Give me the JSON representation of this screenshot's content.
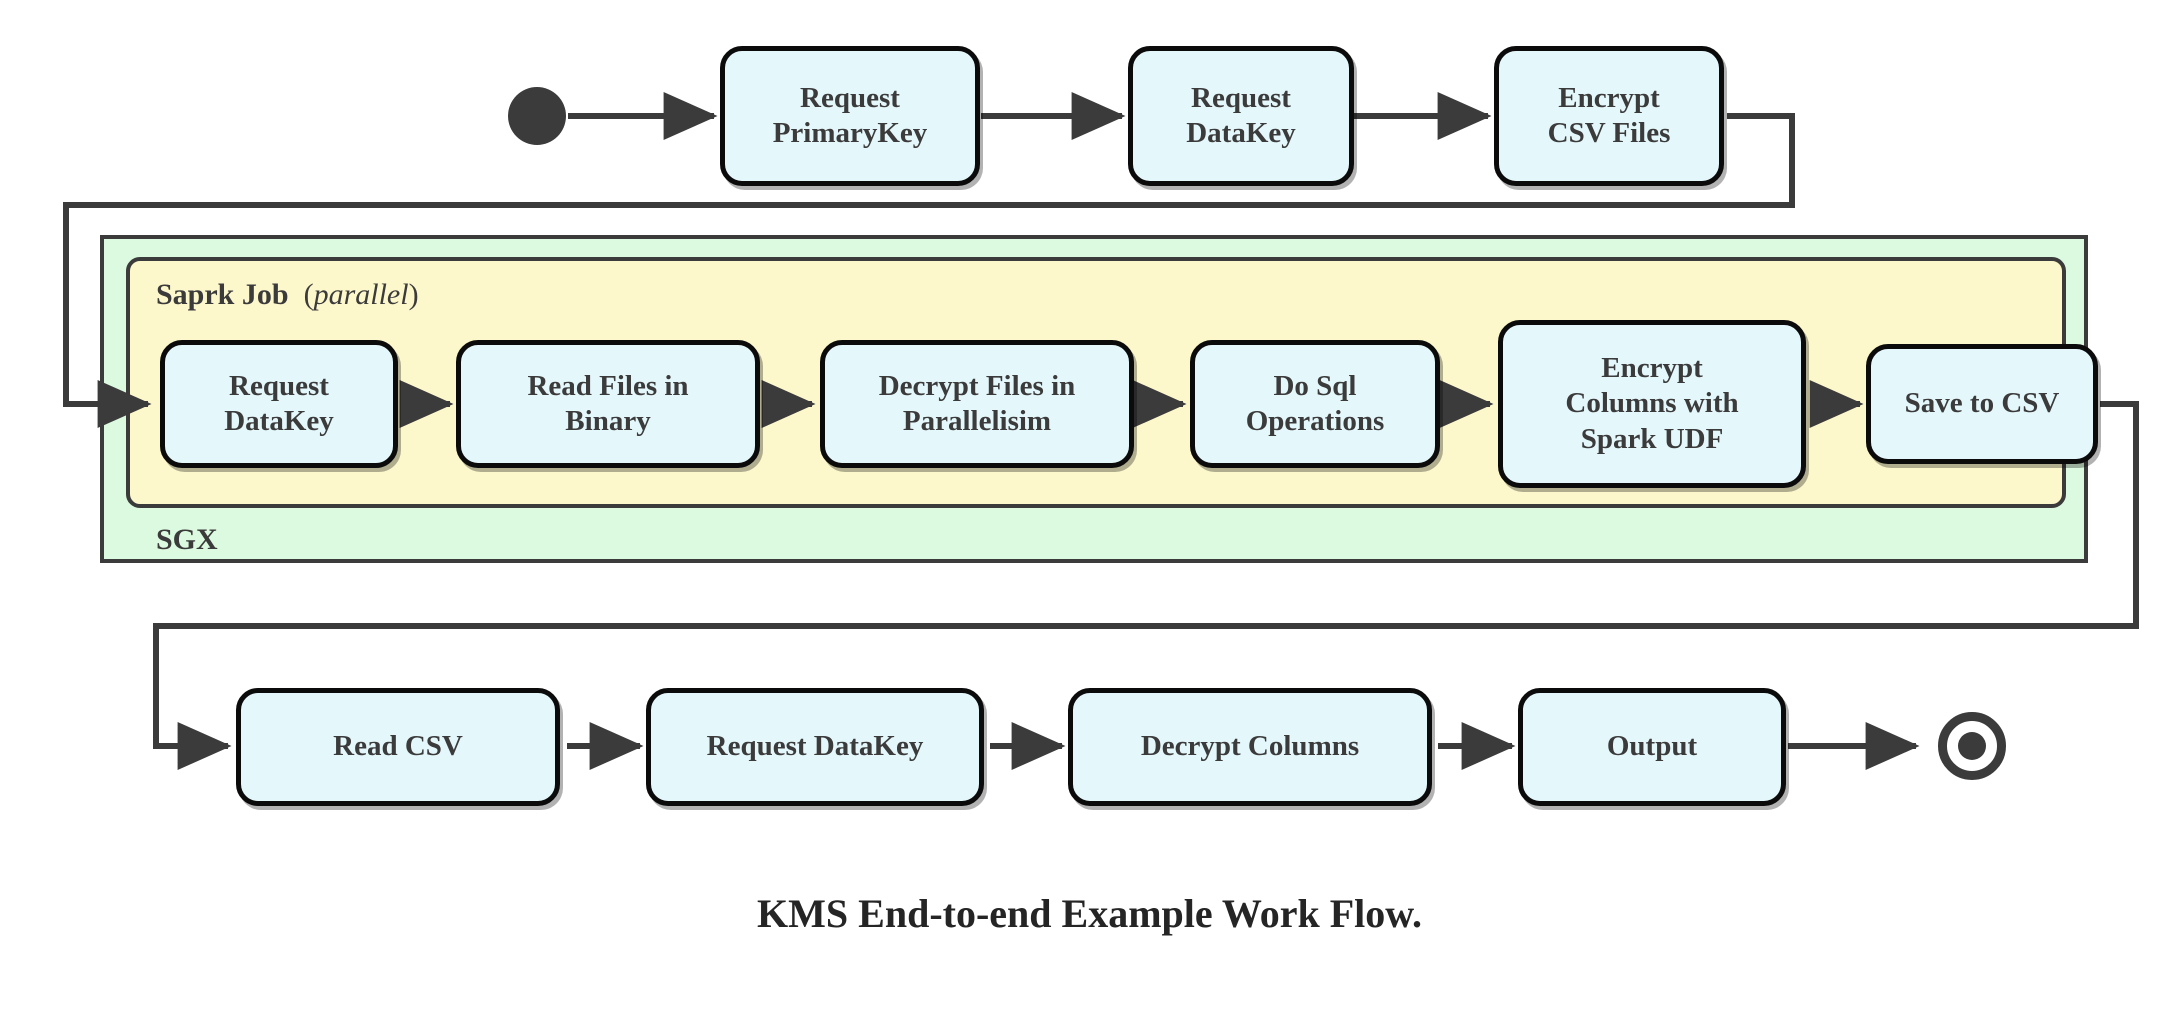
{
  "diagram": {
    "caption": "KMS End-to-end Example Work Flow.",
    "colors": {
      "node_fill": "#e4f7fb",
      "node_stroke": "#0b0b0b",
      "sgx_fill": "#dcfadf",
      "spark_fill": "#fdf8cc",
      "region_stroke": "#3b3b3b",
      "text": "#3b3b3b",
      "connector": "#3b3b3b"
    },
    "start_node": {
      "name": "start",
      "label": ""
    },
    "end_node": {
      "name": "end",
      "label": ""
    },
    "regions": [
      {
        "id": "sgx",
        "label": "SGX",
        "label_suffix": "",
        "label_paren": ""
      },
      {
        "id": "spark",
        "label": "Saprk Job",
        "label_paren_open": "(",
        "label_italic": "parallel",
        "label_paren_close": ")"
      }
    ],
    "rows": {
      "top": {
        "name": "top-row",
        "nodes": [
          {
            "id": "request-primarykey",
            "lines": [
              "Request",
              "PrimaryKey"
            ]
          },
          {
            "id": "request-datakey-top",
            "lines": [
              "Request",
              "DataKey"
            ]
          },
          {
            "id": "encrypt-csv-files",
            "lines": [
              "Encrypt",
              "CSV Files"
            ]
          }
        ]
      },
      "spark": {
        "name": "spark-row",
        "nodes": [
          {
            "id": "request-datakey-spark",
            "lines": [
              "Request",
              "DataKey"
            ]
          },
          {
            "id": "read-files-in-binary",
            "lines": [
              "Read Files in",
              "Binary"
            ]
          },
          {
            "id": "decrypt-files-in-parallelisim",
            "lines": [
              "Decrypt Files in",
              "Parallelisim"
            ]
          },
          {
            "id": "do-sql-operations",
            "lines": [
              "Do Sql",
              "Operations"
            ]
          },
          {
            "id": "encrypt-columns-with-spark-udf",
            "lines": [
              "Encrypt",
              "Columns with",
              "Spark UDF"
            ]
          },
          {
            "id": "save-to-csv",
            "lines": [
              "Save to CSV"
            ]
          }
        ]
      },
      "bottom": {
        "name": "bottom-row",
        "nodes": [
          {
            "id": "read-csv",
            "lines": [
              "Read CSV"
            ]
          },
          {
            "id": "request-datakey-bottom",
            "lines": [
              "Request DataKey"
            ]
          },
          {
            "id": "decrypt-columns",
            "lines": [
              "Decrypt Columns"
            ]
          },
          {
            "id": "output",
            "lines": [
              "Output"
            ]
          }
        ]
      }
    },
    "connectors": [
      {
        "id": "start-to-request-primarykey",
        "type": "arrow"
      },
      {
        "id": "request-primarykey-to-request-datakey",
        "type": "arrow"
      },
      {
        "id": "request-datakey-to-encrypt-csv-files",
        "type": "arrow"
      },
      {
        "id": "encrypt-csv-files-to-spark-loopback",
        "type": "arrow-elbow"
      },
      {
        "id": "request-datakey-spark-to-read-files",
        "type": "arrow"
      },
      {
        "id": "read-files-to-decrypt-files",
        "type": "arrow"
      },
      {
        "id": "decrypt-files-to-do-sql",
        "type": "arrow"
      },
      {
        "id": "do-sql-to-encrypt-columns",
        "type": "arrow"
      },
      {
        "id": "encrypt-columns-to-save-to-csv",
        "type": "arrow"
      },
      {
        "id": "save-to-csv-to-read-csv-loopback",
        "type": "arrow-elbow"
      },
      {
        "id": "read-csv-to-request-datakey",
        "type": "arrow"
      },
      {
        "id": "request-datakey-to-decrypt-columns",
        "type": "arrow"
      },
      {
        "id": "decrypt-columns-to-output",
        "type": "arrow"
      },
      {
        "id": "output-to-end",
        "type": "arrow"
      }
    ]
  }
}
